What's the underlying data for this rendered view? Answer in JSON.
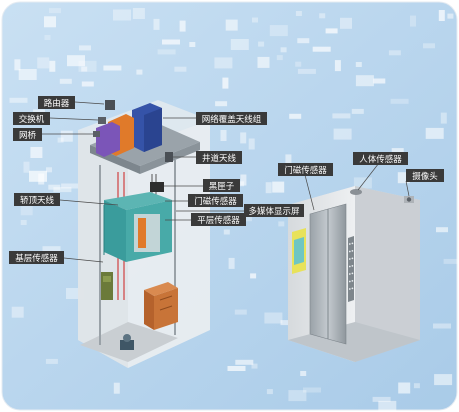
{
  "labels": {
    "router": "路由器",
    "switch": "交换机",
    "bridge": "网桥",
    "network_antenna": "网络覆盖天线组",
    "shaft_antenna": "井道天线",
    "black_box": "黑匣子",
    "car_top_antenna": "轿顶天线",
    "door_sensor_left": "门磁传感器",
    "multimedia_display": "多媒体显示屏",
    "level_sensor": "平层传感器",
    "base_sensor": "基层传感器",
    "door_sensor_right": "门磁传感器",
    "body_sensor": "人体传感器",
    "camera": "摄像头"
  },
  "colors": {
    "label_bg": "#3a3a3a",
    "background_blue": "#bcd8ef",
    "car_teal": "#3a9c9c",
    "server_blue": "#3553a8",
    "server_orange": "#e07a2a",
    "server_purple": "#7b55b8",
    "counterweight": "#c87438",
    "motor_green": "#6b7a3a",
    "rope_red": "#d04040"
  },
  "icons": [
    "router-icon",
    "switch-icon",
    "bridge-icon",
    "camera-icon",
    "sensor-icon"
  ]
}
